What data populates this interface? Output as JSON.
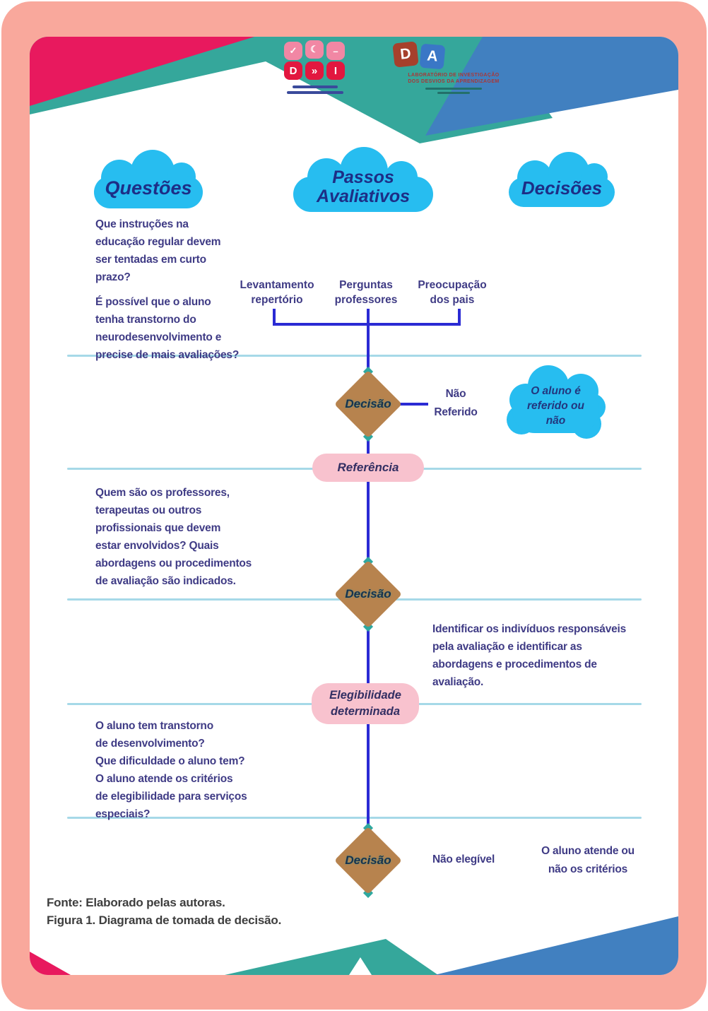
{
  "poster": {
    "headers": {
      "questions": "Questões",
      "steps": "Passos\nAvaliativos",
      "decisions": "Decisões"
    },
    "questions": {
      "q1": "Que instruções na\neducação regular devem\nser tentadas em curto\nprazo?",
      "q2": "É possível que o aluno\ntenha transtorno do\nneurodesenvolvimento e\nprecise de mais avaliações?",
      "q3": "Quem são os professores,\nterapeutas ou outros\nprofissionais que devem\nestar envolvidos? Quais\nabordagens ou procedimentos\nde avaliação são indicados.",
      "q4": "O aluno tem transtorno\nde desenvolvimento?\nQue dificuldade o aluno tem?\nO aluno atende os critérios\nde elegibilidade para serviços\nespeciais?"
    },
    "steps": {
      "input1": "Levantamento\nrepertório",
      "input2": "Perguntas\nprofessores",
      "input3": "Preocupação\ndos pais",
      "decision_label": "Decisão",
      "referral_pill": "Referência",
      "eligibility_pill": "Elegibilidade\ndeterminada",
      "not_referred": "Não\nReferido",
      "not_eligible": "Não elegível"
    },
    "decisions": {
      "referred_cloud": "O aluno é\nreferido ou\nnão",
      "identify_text": "Identificar os indivíduos responsáveis\npela avaliação e identificar as\nabordagens e procedimentos de\navaliação.",
      "criteria_text": "O aluno atende ou\nnão os critérios"
    },
    "footer": {
      "fonte": "Fonte: Elaborado pelas autoras.",
      "figura": "Figura 1. Diagrama de tomada de decisão."
    },
    "logos": {
      "dei_tiles_top": [
        "✓",
        "☾",
        "–"
      ],
      "dei_tiles_bottom": [
        "D",
        "»",
        "I"
      ],
      "da_letter_d": "D",
      "da_letter_a": "A",
      "da_caption": "LABORATÓRIO DE INVESTIGAÇÃO\nDOS DESVIOS DA APRENDIZAGEM"
    },
    "colors": {
      "frame_salmon": "#f9a89c",
      "magenta": "#e8195e",
      "teal": "#35a79b",
      "blue": "#4180c0",
      "cloud_cyan": "#27bdf0",
      "body_text": "#3f3b85",
      "flow_line": "#2b2bd4",
      "divider": "#a6d9e8",
      "diamond": "#b7834e",
      "pill_pink": "#f8c2ce"
    }
  }
}
